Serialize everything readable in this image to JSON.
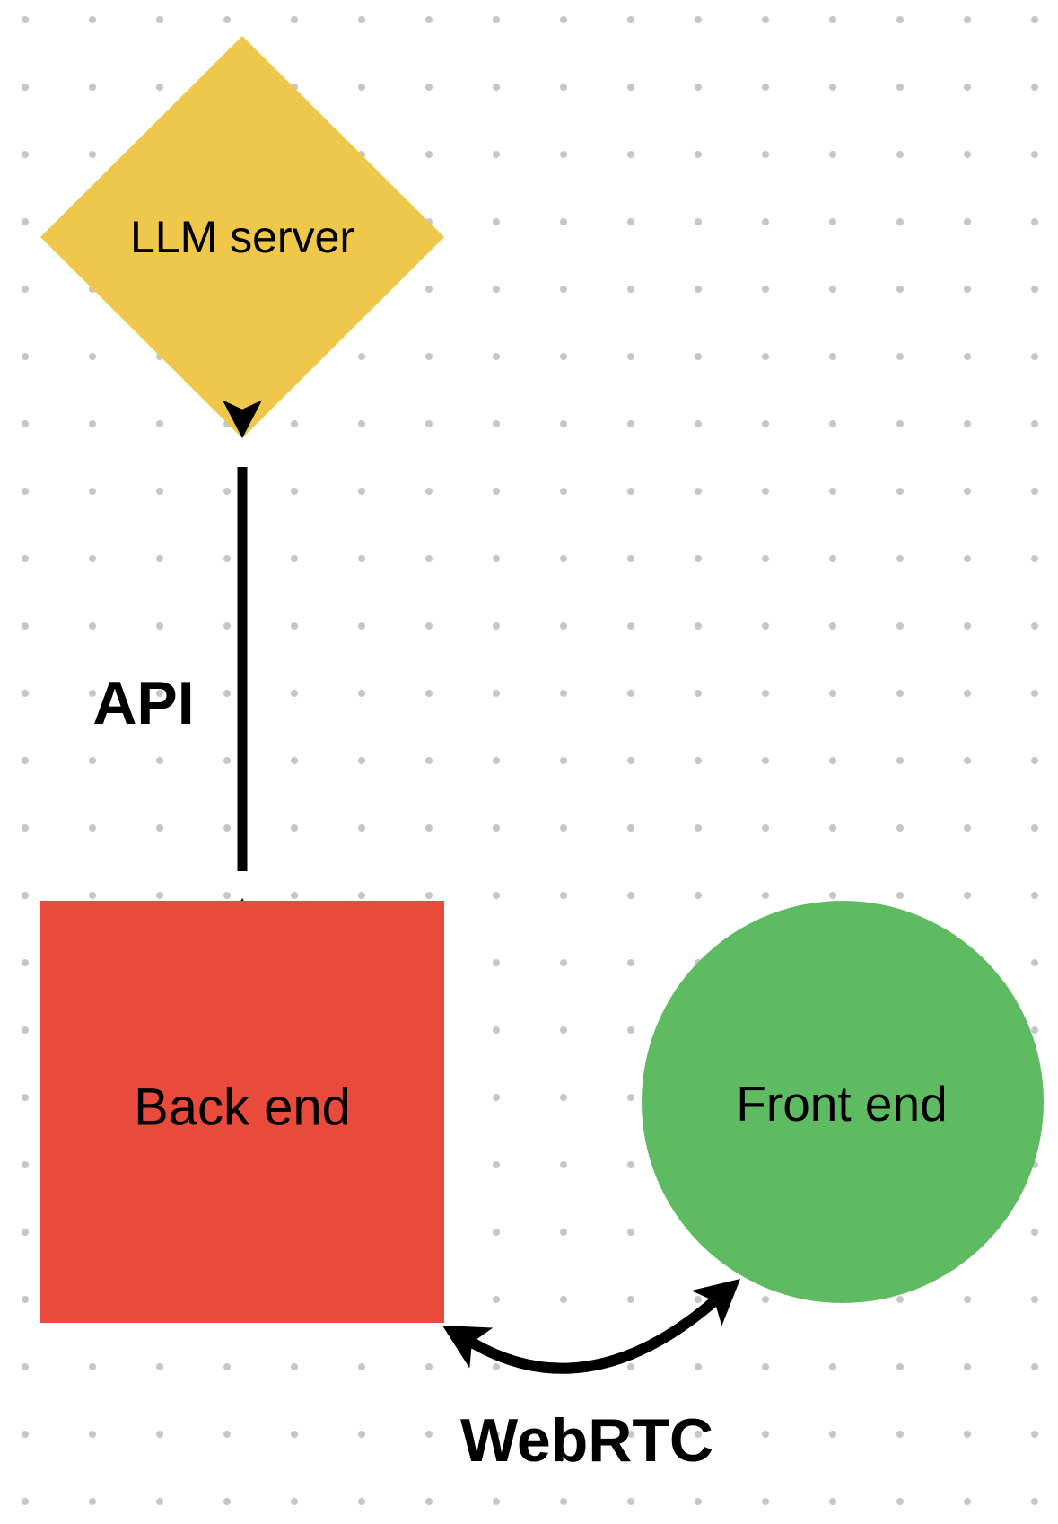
{
  "diagram": {
    "background_color": "#ffffff",
    "grid_dot_color": "#c6c6c6",
    "nodes": [
      {
        "id": "llm-server",
        "shape": "diamond",
        "label": "LLM server",
        "fill": "#efc84b",
        "text_color": "#000000"
      },
      {
        "id": "back-end",
        "shape": "square",
        "label": "Back end",
        "fill": "#e84a3b",
        "text_color": "#000000"
      },
      {
        "id": "front-end",
        "shape": "circle",
        "label": "Front end",
        "fill": "#5fbb61",
        "text_color": "#000000"
      }
    ],
    "connectors": [
      {
        "id": "api",
        "label": "API",
        "style": "double-headed straight arrow",
        "from": "llm-server",
        "to": "back-end",
        "color": "#000000"
      },
      {
        "id": "webrtc",
        "label": "WebRTC",
        "style": "double-headed curved arrow",
        "from": "back-end",
        "to": "front-end",
        "color": "#000000"
      }
    ]
  }
}
